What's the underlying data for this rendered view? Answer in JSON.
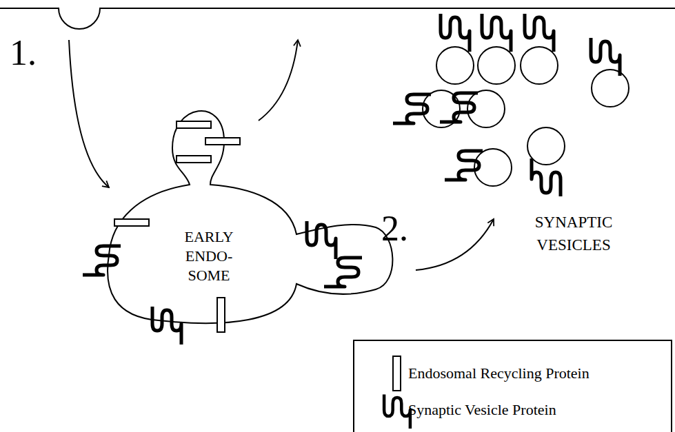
{
  "diagram": {
    "nodes": [
      {
        "text": [
          "EARLY ENDO- SOME"
        ]
      }
    ],
    "labels": [
      "1.",
      "2.",
      "SYNAPTIC VESICLES"
    ],
    "legend": [
      {
        "text": "Endosomal Recycling Protein"
      },
      {
        "text": "Synaptic Vesicle Protein"
      }
    ]
  }
}
